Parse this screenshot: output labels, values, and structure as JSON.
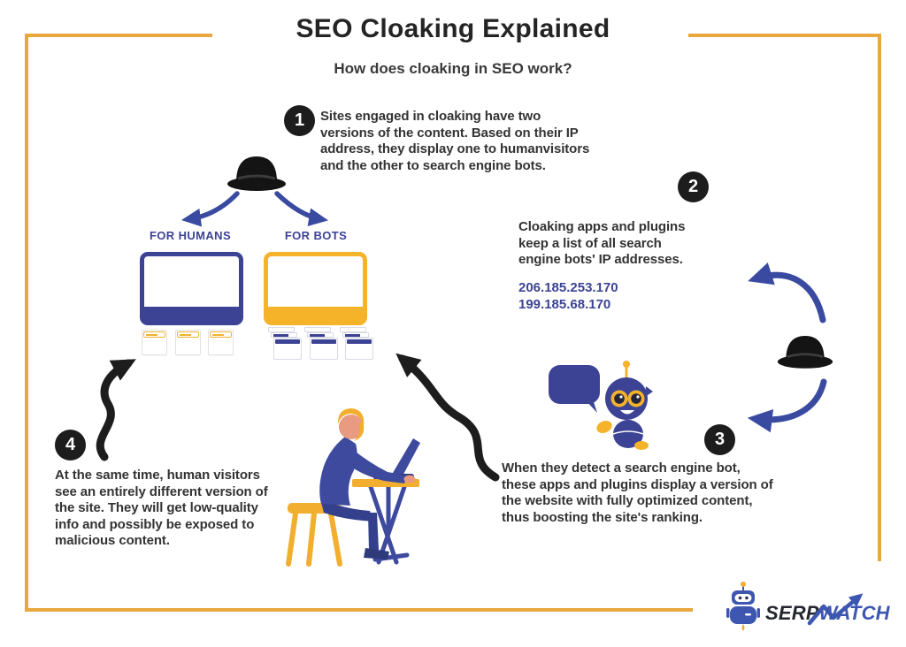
{
  "header": {
    "title": "SEO Cloaking Explained",
    "subtitle": "How does cloaking in SEO work?"
  },
  "steps": [
    {
      "number": "1",
      "lines": [
        "Sites engaged in cloaking have two",
        "versions of the content. Based on their IP",
        "address, they display one to humanvisitors",
        "and the other to search engine bots."
      ]
    },
    {
      "number": "2",
      "lines": [
        "Cloaking apps and plugins",
        "keep a list of all search",
        "engine bots' IP addresses."
      ],
      "ips": [
        "206.185.253.170",
        "199.185.68.170"
      ]
    },
    {
      "number": "3",
      "lines": [
        "When they detect a search engine bot,",
        "these apps and plugins display a version of",
        "the website with fully optimized content,",
        "thus boosting the site's ranking."
      ]
    },
    {
      "number": "4",
      "lines": [
        "At the same time, human visitors",
        "see an entirely different version of",
        "the site. They will get low-quality",
        "info and possibly be exposed to",
        "malicious content."
      ]
    }
  ],
  "labels": {
    "for_humans": "FOR HUMANS",
    "for_bots": "FOR BOTS"
  },
  "logo": {
    "serp": "SERP",
    "watch": "WATCH"
  },
  "colors": {
    "frame_orange": "#E9A83E",
    "navy": "#3D4394",
    "arrow_blue": "#3A4AA0",
    "badge_black": "#1D1D1D",
    "bots_yellow": "#F5B32A",
    "logo_blue": "#3D56B0",
    "text_dark": "#333333"
  }
}
